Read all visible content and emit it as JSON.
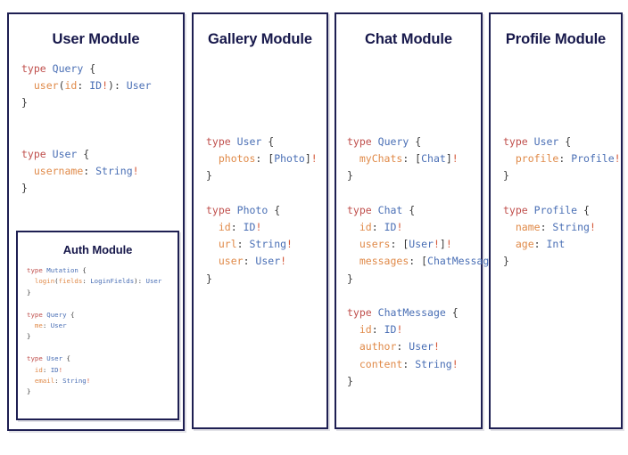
{
  "canvas": {
    "background": "#ffffff",
    "border_color": "#1e1f52"
  },
  "palette": {
    "keyword": "#c0504d",
    "type_name": "#4a6fb5",
    "field_name": "#e08a49",
    "punctuation": "#3a3a3a",
    "bang": "#d4593a",
    "title": "#16174a"
  },
  "modules": [
    {
      "id": "user-module",
      "title": "User Module",
      "code": "type Query {\n  user(id: ID!): User\n}\n\n\ntype User {\n  username: String!\n}",
      "nested": {
        "id": "auth-module",
        "title": "Auth Module",
        "code": "type Mutation {\n  login(fields: LoginFields): User\n}\n\ntype Query {\n  me: User\n}\n\ntype User {\n  id: ID!\n  email: String!\n}"
      }
    },
    {
      "id": "gallery-module",
      "title": "Gallery Module",
      "code": "type User {\n  photos: [Photo]!\n}\n\ntype Photo {\n  id: ID!\n  url: String!\n  user: User!\n}"
    },
    {
      "id": "chat-module",
      "title": "Chat Module",
      "code": "type Query {\n  myChats: [Chat]!\n}\n\ntype Chat {\n  id: ID!\n  users: [User!]!\n  messages: [ChatMessage]!\n}\n\ntype ChatMessage {\n  id: ID!\n  author: User!\n  content: String!\n}"
    },
    {
      "id": "profile-module",
      "title": "Profile Module",
      "code": "type User {\n  profile: Profile!\n}\n\ntype Profile {\n  name: String!\n  age: Int\n}"
    }
  ]
}
